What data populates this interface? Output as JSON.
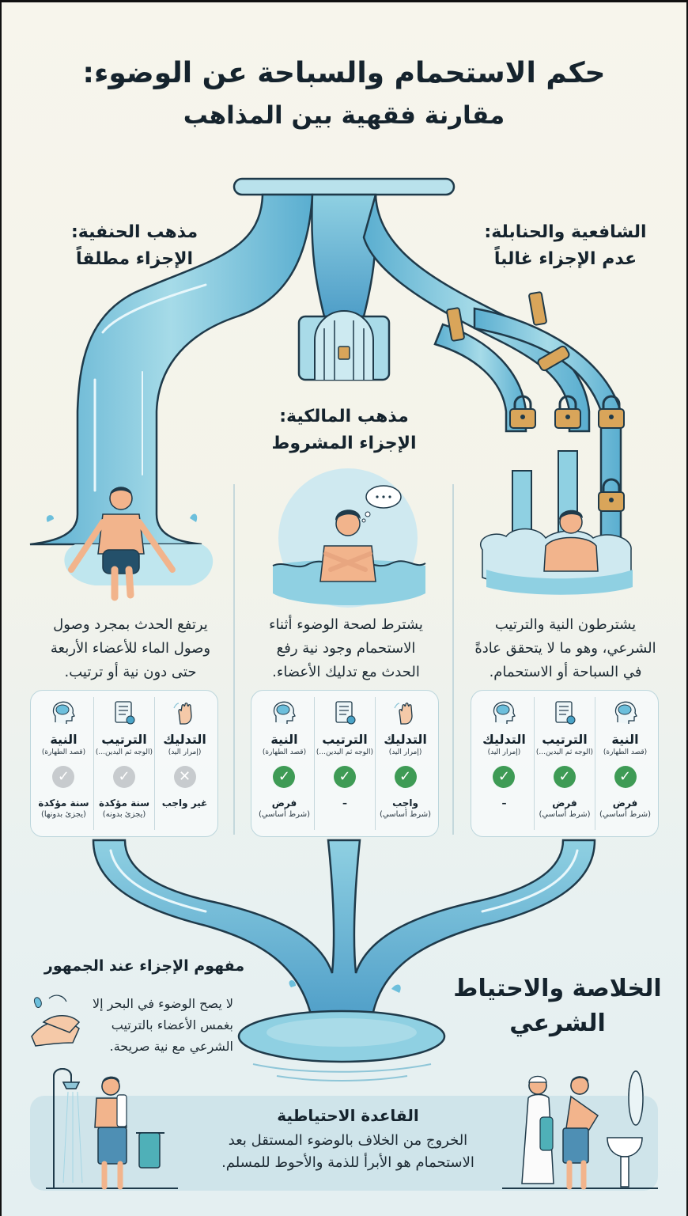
{
  "header": {
    "title": "حكم الاستحمام والسباحة عن الوضوء:",
    "subtitle": "مقارنة فقهية بين المذاهب"
  },
  "colors": {
    "water_light": "#bfe6ee",
    "water_mid": "#7cc3dc",
    "water_dark": "#4a9cc4",
    "outline": "#1f3a4a",
    "lock_gold": "#d9a55a",
    "check_green": "#3e9b55",
    "check_gray": "#c7cbce",
    "banner_bg": "#cfe4ea"
  },
  "schools": [
    {
      "id": "hanafi",
      "heading_line1": "مذهب الحنفية:",
      "heading_line2": "الإجزاء مطلقاً",
      "description": [
        "يرتفع الحدث بمجرد وصول",
        "وصول الماء للأعضاء الأربعة",
        "حتى دون نية أو ترتيب."
      ],
      "columns": [
        {
          "icon": "brain-icon",
          "title": "النية",
          "sub": "(قصد الطهارة)",
          "status": "gray-check",
          "ruling": "سنة مؤكدة",
          "ruling_sub": "(يجزئ بدونها)"
        },
        {
          "icon": "scroll-list-icon",
          "title": "الترتيب",
          "sub": "(الوجه ثم اليدين...)",
          "status": "gray-check",
          "ruling": "سنة مؤكدة",
          "ruling_sub": "(يجزئ بدونه)"
        },
        {
          "icon": "rubbing-hand-icon",
          "title": "التدليك",
          "sub": "(إمرار اليد)",
          "status": "gray-x",
          "ruling": "غير واجب",
          "ruling_sub": ""
        }
      ]
    },
    {
      "id": "maliki",
      "heading_line1": "مذهب المالكية:",
      "heading_line2": "الإجزاء المشروط",
      "description": [
        "يشترط لصحة الوضوء أثناء",
        "الاستحمام وجود نية رفع",
        "الحدث مع تدليك الأعضاء."
      ],
      "columns": [
        {
          "icon": "brain-icon",
          "title": "النية",
          "sub": "(قصد الطهارة)",
          "status": "green-check",
          "ruling": "فرض",
          "ruling_sub": "(شرط أساسي)"
        },
        {
          "icon": "scroll-list-icon",
          "title": "الترتيب",
          "sub": "(الوجه ثم اليدين...)",
          "status": "green-check",
          "ruling": "–",
          "ruling_sub": ""
        },
        {
          "icon": "rubbing-hand-icon",
          "title": "التدليك",
          "sub": "(إمرار اليد)",
          "status": "green-check",
          "ruling": "واجب",
          "ruling_sub": "(شرط أساسي)"
        }
      ]
    },
    {
      "id": "shafii_hanbali",
      "heading_line1": "الشافعية والحنابلة:",
      "heading_line2": "عدم الإجزاء غالباً",
      "description": [
        "يشترطون النية والترتيب",
        "الشرعي، وهو ما لا يتحقق عادةً",
        "في السباحة أو الاستحمام."
      ],
      "columns": [
        {
          "icon": "brain-icon",
          "title": "التدليك",
          "sub": "(إمرار اليد)",
          "status": "green-check",
          "ruling": "–",
          "ruling_sub": ""
        },
        {
          "icon": "scroll-list-icon",
          "title": "الترتيب",
          "sub": "(الوجه ثم اليدين...)",
          "status": "green-check",
          "ruling": "فرض",
          "ruling_sub": "(شرط أساسي)"
        },
        {
          "icon": "brain-icon",
          "title": "النية",
          "sub": "(قصد الطهارة)",
          "status": "green-check",
          "ruling": "فرض",
          "ruling_sub": "(شرط أساسي)"
        }
      ]
    }
  ],
  "majority": {
    "heading": "مفهوم الإجزاء عند الجمهور",
    "lines": [
      "لا يصح الوضوء في البحر إلا",
      "بغمس الأعضاء بالترتيب",
      "الشرعي مع نية صريحة."
    ]
  },
  "conclusion": {
    "heading_line1": "الخلاصة والاحتياط",
    "heading_line2": "الشرعي"
  },
  "rule": {
    "title": "القاعدة الاحتياطية",
    "lines": [
      "الخروج من الخلاف بالوضوء المستقل بعد",
      "الاستحمام هو الأبرأ للذمة والأحوط للمسلم."
    ]
  }
}
